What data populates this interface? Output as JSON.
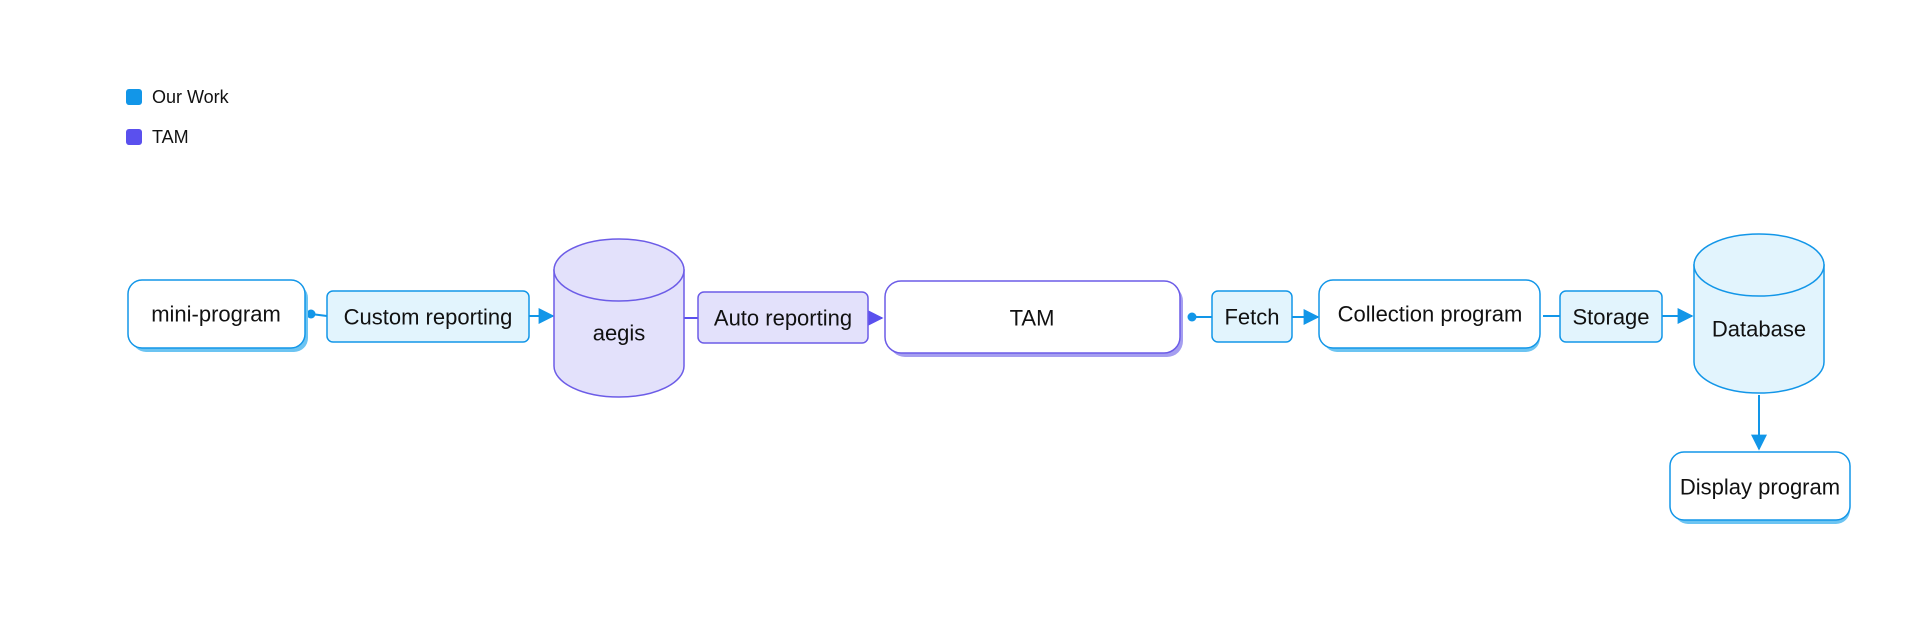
{
  "legend": [
    {
      "label": "Our Work",
      "color": "#1296e8"
    },
    {
      "label": "TAM",
      "color": "#5a50ee"
    }
  ],
  "colors": {
    "blue_stroke": "#1296e8",
    "blue_fill": "#e2f4fd",
    "purple_stroke": "#6c5ce7",
    "purple_fill": "#e3e1fb",
    "purple_arrow": "#5a50ee",
    "shadow_blue": "#6cc4f2",
    "shadow_purple": "#a59ef0"
  },
  "nodes": {
    "mini_program": "mini-program",
    "custom_reporting": "Custom reporting",
    "aegis": "aegis",
    "auto_reporting": "Auto reporting",
    "tam": "TAM",
    "fetch": "Fetch",
    "collection_program": "Collection program",
    "storage": "Storage",
    "database": "Database",
    "display_program": "Display program"
  }
}
